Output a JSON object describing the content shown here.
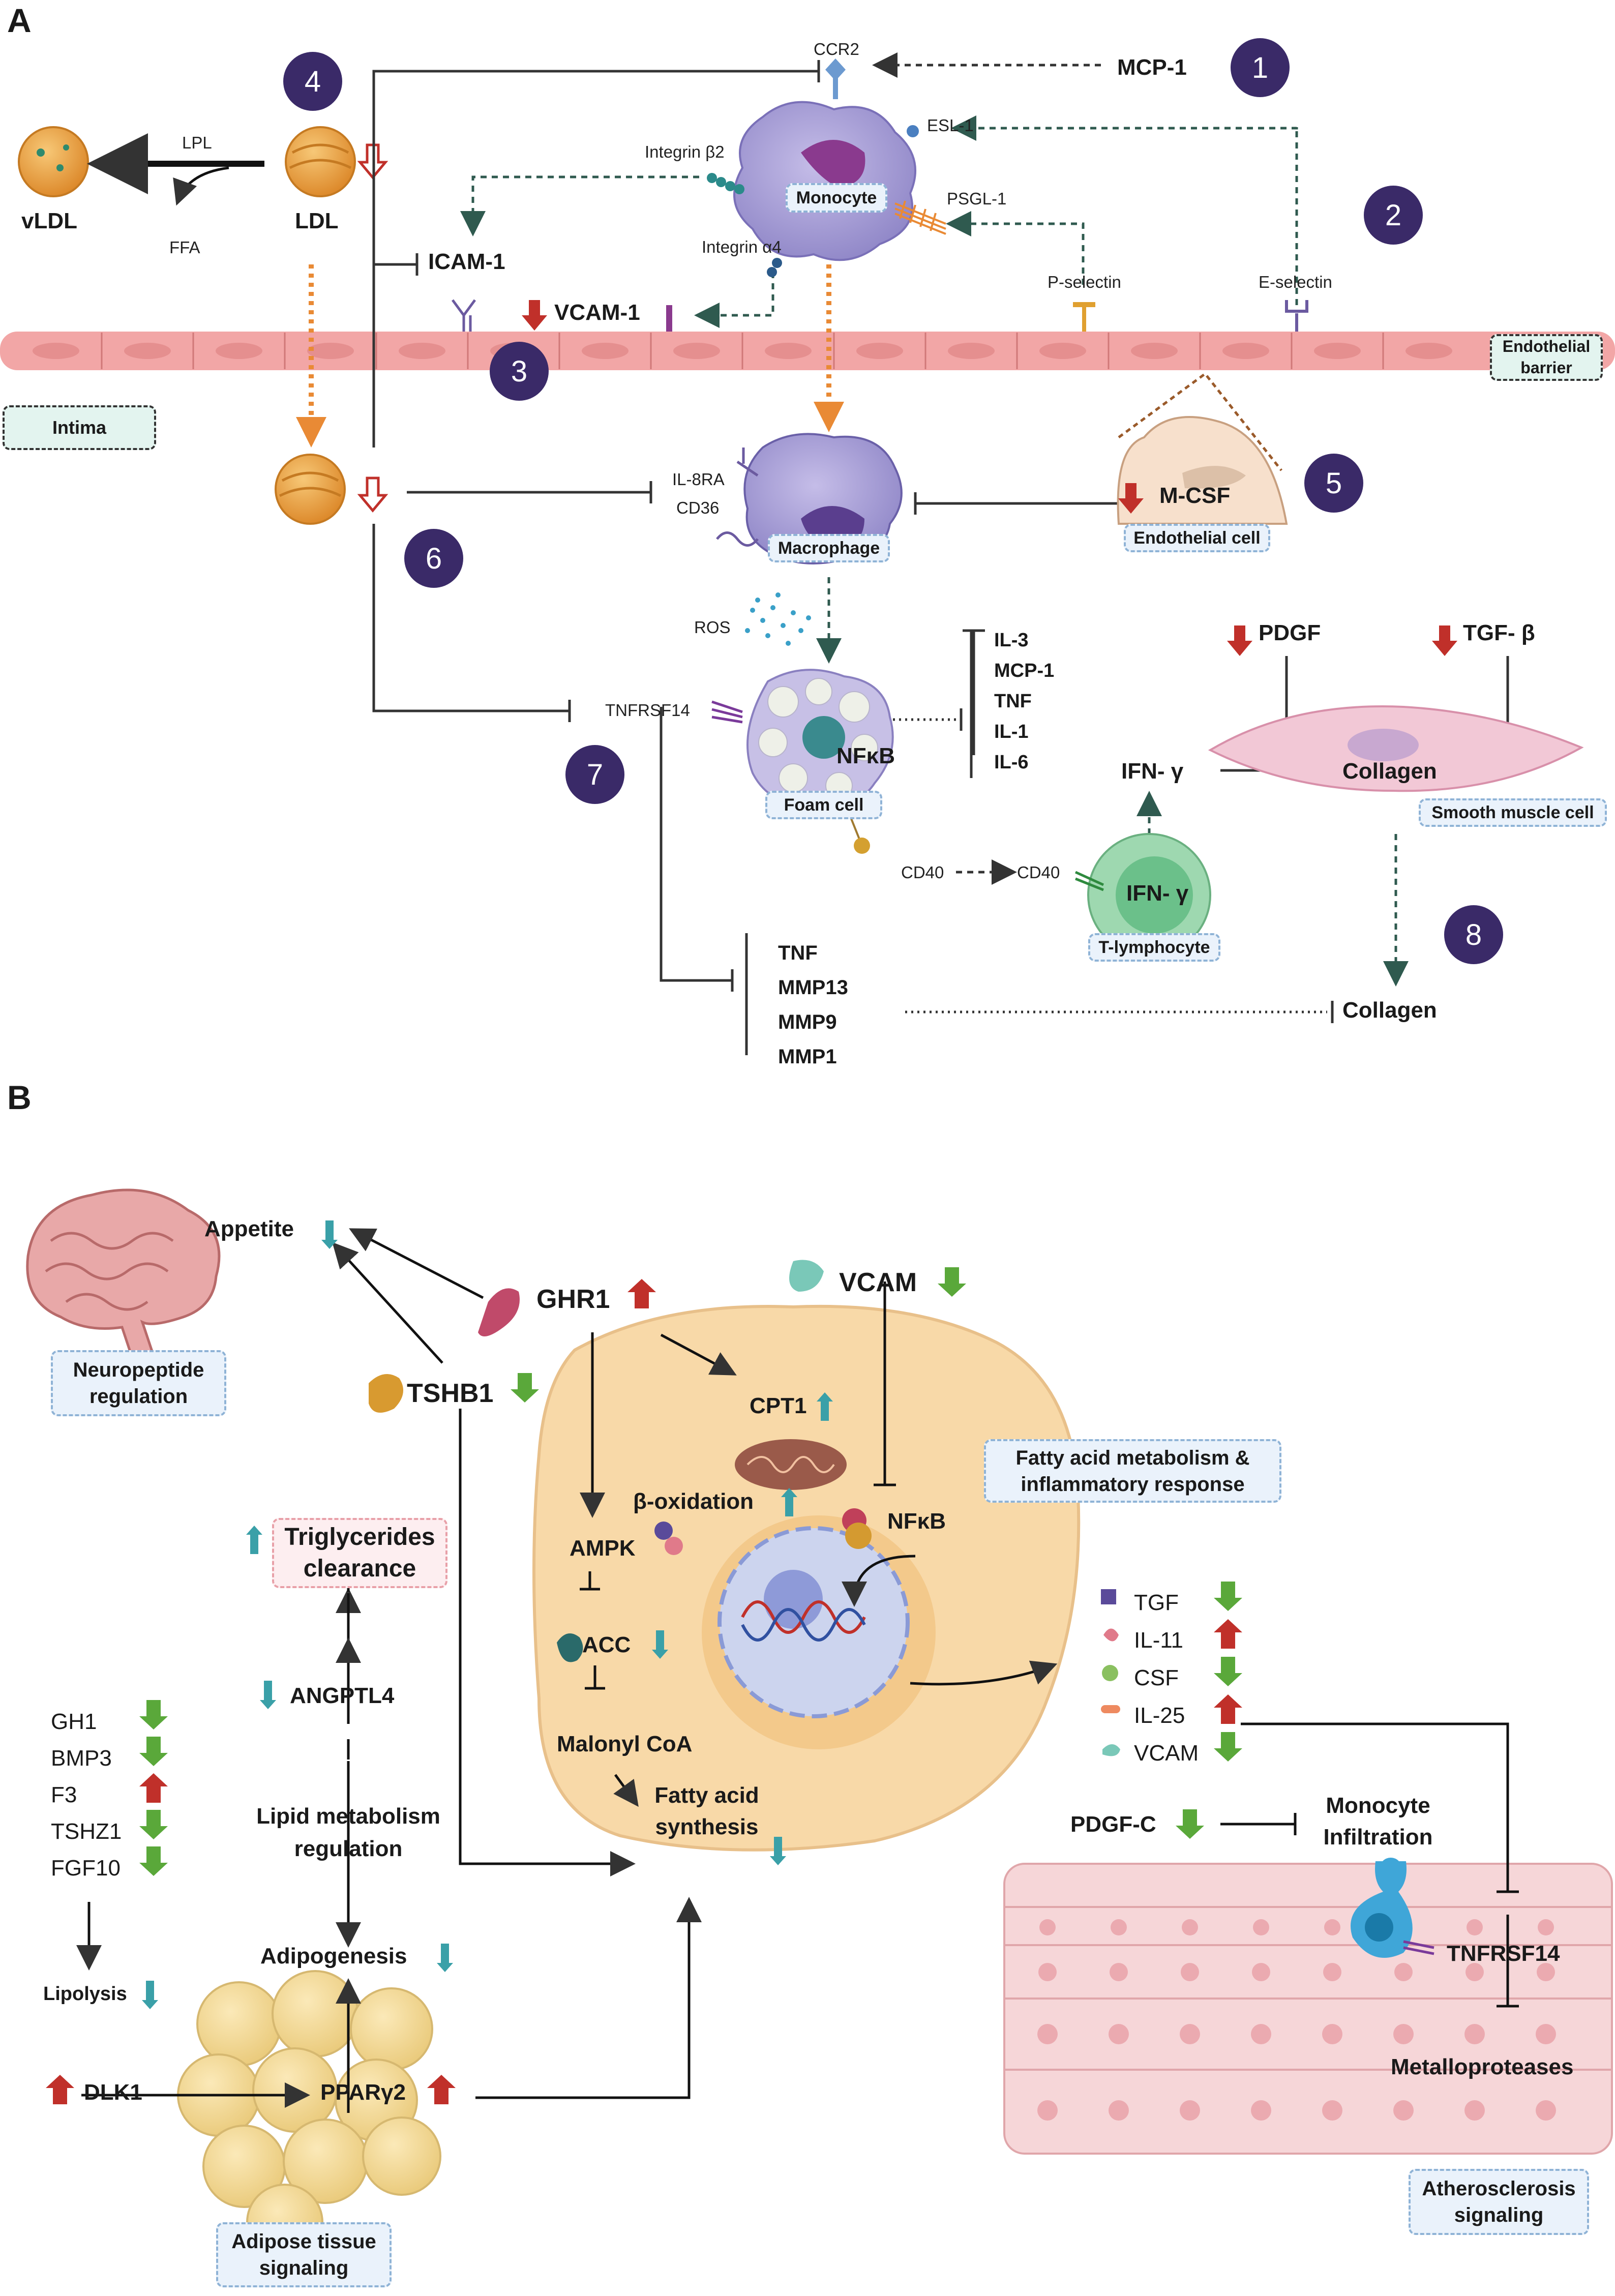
{
  "panels": {
    "a": "A",
    "b": "B"
  },
  "a": {
    "numbers": [
      "1",
      "2",
      "3",
      "4",
      "5",
      "6",
      "7",
      "8"
    ],
    "mcp1": "MCP-1",
    "ccr2": "CCR2",
    "esl1": "ESL-1",
    "integrin_b2": "Integrin β2",
    "monocyte": "Monocyte",
    "psgl1": "PSGL-1",
    "integrin_a4": "Integrin α4",
    "p_selectin": "P-selectin",
    "e_selectin": "E-selectin",
    "lpl": "LPL",
    "ffa": "FFA",
    "vldl": "vLDL",
    "ldl": "LDL",
    "icam1": "ICAM-1",
    "vcam1": "VCAM-1",
    "endothelial_barrier": "Endothelial barrier",
    "intima": "Intima",
    "il8ra": "IL-8RA",
    "cd36": "CD36",
    "macrophage": "Macrophage",
    "mcsf": "M-CSF",
    "endothelial_cell": "Endothelial cell",
    "ros": "ROS",
    "cytokines": [
      "IL-3",
      "MCP-1",
      "TNF",
      "IL-1",
      "IL-6"
    ],
    "pdgf": "PDGF",
    "tgfb": "TGF- β",
    "tnfrsf14": "TNFRSF14",
    "nfkb": "NFκB",
    "foam_cell": "Foam cell",
    "ifng": "IFN- γ",
    "collagen": "Collagen",
    "smooth_muscle": "Smooth muscle cell",
    "cd40": "CD40",
    "t_lymphocyte": "T-lymphocyte",
    "mmps": [
      "TNF",
      "MMP13",
      "MMP9",
      "MMP1"
    ]
  },
  "b": {
    "appetite": "Appetite",
    "neuropeptide": "Neuropeptide regulation",
    "ghr1": "GHR1",
    "vcam": "VCAM",
    "tshb1": "TSHB1",
    "cpt1": "CPT1",
    "beta_oxidation": "β-oxidation",
    "fatty_acid_box": "Fatty acid metabolism & inflammatory response",
    "ampk": "AMPK",
    "nfkb": "NFκB",
    "acc": "ACC",
    "malonyl": "Malonyl CoA",
    "fa_synthesis": "Fatty acid synthesis",
    "triglycerides": "Triglycerides clearance",
    "angptl4": "ANGPTL4",
    "lipid_reg": "Lipid metabolism regulation",
    "adipogenesis": "Adipogenesis",
    "genes": [
      {
        "name": "GH1",
        "dir": "down"
      },
      {
        "name": "BMP3",
        "dir": "down"
      },
      {
        "name": "F3",
        "dir": "up"
      },
      {
        "name": "TSHZ1",
        "dir": "down"
      },
      {
        "name": "FGF10",
        "dir": "down"
      }
    ],
    "lipolysis": "Lipolysis",
    "dlk1": "DLK1",
    "pparg2": "PPARγ2",
    "adipose": "Adipose tissue signaling",
    "secreted": [
      {
        "name": "TGF",
        "dir": "down"
      },
      {
        "name": "IL-11",
        "dir": "up"
      },
      {
        "name": "CSF",
        "dir": "down"
      },
      {
        "name": "IL-25",
        "dir": "up"
      },
      {
        "name": "VCAM",
        "dir": "down"
      }
    ],
    "pdgfc": "PDGF-C",
    "monocyte_infiltration": "Monocyte Infiltration",
    "tnfrsf14": "TNFRSF14",
    "metalloproteases": "Metalloproteases",
    "athero": "Atherosclerosis signaling"
  },
  "colors": {
    "up": "#c0302a",
    "down": "#5aa83a",
    "teal": "#3aa0a8",
    "number": "#3a2a68",
    "orange": "#e98a35"
  }
}
